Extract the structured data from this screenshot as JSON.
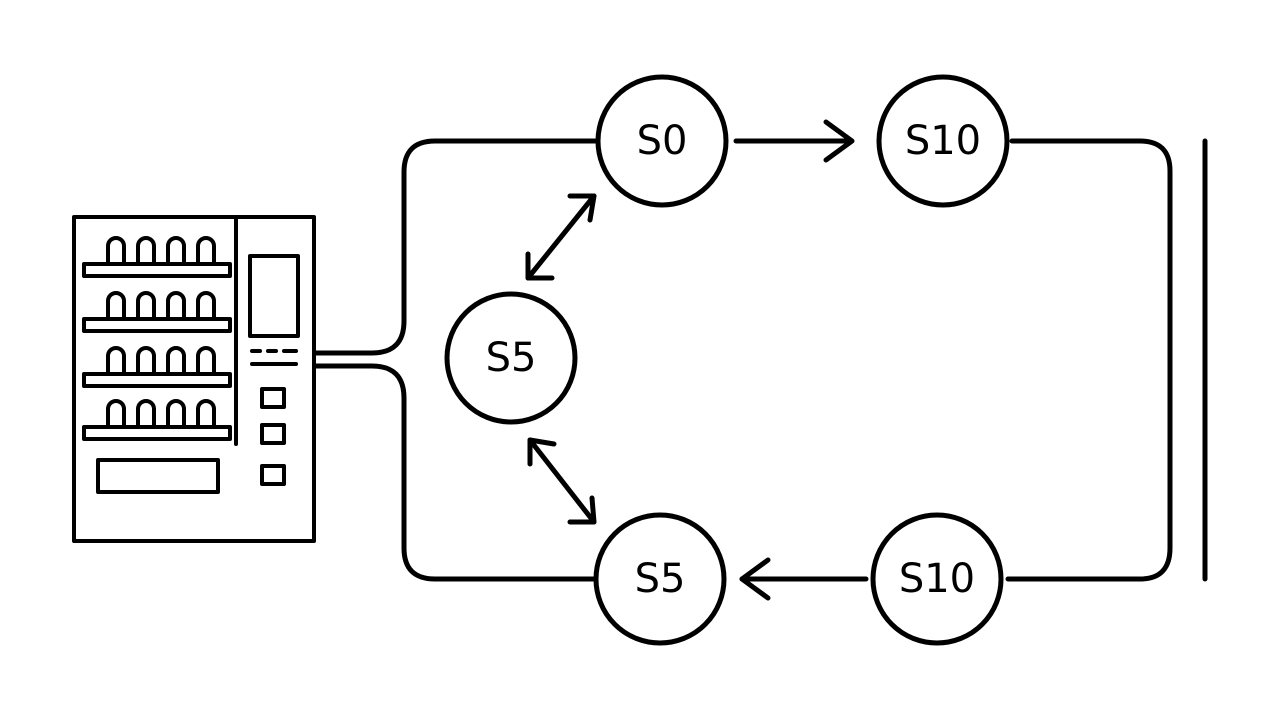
{
  "colors": {
    "line": "#000000",
    "background": "#ffffff"
  },
  "nodes": {
    "s0_top": {
      "label": "S0"
    },
    "s10_top": {
      "label": "S10"
    },
    "s5_mid": {
      "label": "S5"
    },
    "s5_bottom": {
      "label": "S5"
    },
    "s10_bottom": {
      "label": "S10"
    }
  },
  "icons": {
    "machine": "vending-machine-icon"
  }
}
